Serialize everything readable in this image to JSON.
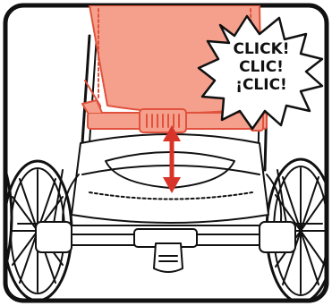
{
  "illustration": {
    "subject": "stroller-seat-height-adjustment",
    "arrow": "up-down",
    "highlight_color": "#f4a08c",
    "highlight_stroke": "#e0523d",
    "arrow_color": "#d8342a"
  },
  "callout": {
    "line1": "CLICK!",
    "line2": "CLIC!",
    "line3": "¡CLIC!"
  }
}
